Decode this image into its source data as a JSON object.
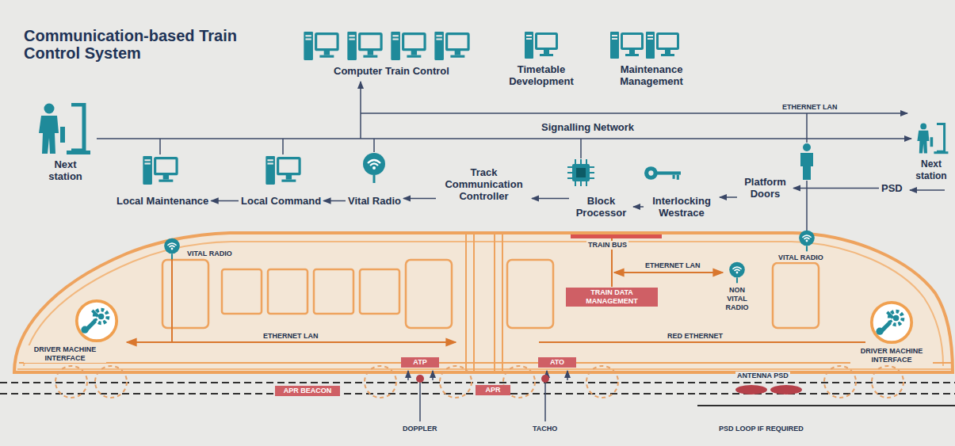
{
  "diagram": {
    "title": "Communication-based Train Control System",
    "nodes": [
      {
        "text": [
          "Computer Train Control"
        ]
      },
      {
        "text": [
          "Timetable Development"
        ]
      },
      {
        "text": [
          "Maintenance Management"
        ]
      },
      {
        "text": [
          "Next station"
        ]
      },
      {
        "text": [
          "Local Maintenance"
        ]
      },
      {
        "text": [
          "Local Command"
        ]
      },
      {
        "text": [
          "Vital Radio"
        ]
      },
      {
        "text": [
          "Track Communication Controller"
        ]
      },
      {
        "text": [
          "Block Processor"
        ]
      },
      {
        "text": [
          "Interlocking Westrace"
        ]
      },
      {
        "text": [
          "Platform Doors"
        ]
      },
      {
        "text": [
          "Next station"
        ]
      },
      {
        "text": [
          "PSD"
        ]
      },
      {
        "text": [
          "TRAIN DATA MANAGEMENT"
        ]
      },
      {
        "text": [
          "ATP"
        ]
      },
      {
        "text": [
          "ATO"
        ]
      },
      {
        "text": [
          "APR BEACON"
        ]
      },
      {
        "text": [
          "APR"
        ]
      }
    ],
    "edges": [
      {
        "from": 12,
        "to": 10,
        "arrow": "to"
      },
      {
        "from": 10,
        "to": 9,
        "arrow": "to"
      },
      {
        "from": 9,
        "to": 8,
        "arrow": "to"
      },
      {
        "from": 8,
        "to": 7,
        "arrow": "to"
      },
      {
        "from": 7,
        "to": 6,
        "arrow": "to"
      },
      {
        "from": 6,
        "to": 5,
        "arrow": "to"
      },
      {
        "from": 5,
        "to": 4,
        "arrow": "to"
      }
    ],
    "labels": [
      "ETHERNET LAN",
      "Signalling Network",
      "VITAL RADIO",
      "TRAIN BUS",
      "ETHERNET LAN",
      "NON VITAL RADIO",
      "VITAL RADIO",
      "DRIVER MACHINE INTERFACE",
      "ETHERNET LAN",
      "RED ETHERNET",
      "DRIVER MACHINE INTERFACE",
      "ANTENNA PSD",
      "DOPPLER",
      "TACHO",
      "PSD LOOP IF REQUIRED"
    ]
  }
}
